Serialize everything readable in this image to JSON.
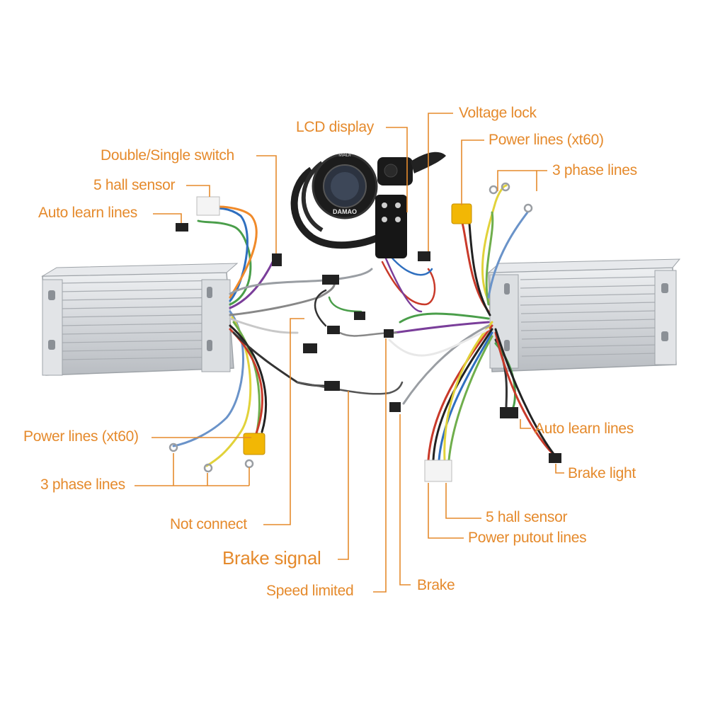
{
  "labels": {
    "voltage_lock": "Voltage lock",
    "lcd_display": "LCD display",
    "power_lines_right": "Power lines (xt60)",
    "double_single_switch": "Double/Single switch",
    "three_phase_right": "3 phase lines",
    "hall_sensor_left": "5 hall sensor",
    "auto_learn_left": "Auto learn lines",
    "power_lines_left": "Power lines (xt60)",
    "auto_learn_right": "Auto learn lines",
    "brake_light": "Brake light",
    "three_phase_left": "3 phase lines",
    "hall_sensor_right": "5 hall sensor",
    "not_connect": "Not connect",
    "power_output": "Power putout lines",
    "brake_signal": "Brake signal",
    "brake": "Brake",
    "speed_limited": "Speed limited"
  },
  "display_unit": {
    "top_text": "MADI",
    "brand": "DAMAO"
  },
  "colors": {
    "label": "#e58a2c",
    "leader": "#e58a2c",
    "controller_body": "#d9dadc",
    "controller_fin": "#c4c6c9",
    "xt60": "#f2b705"
  }
}
